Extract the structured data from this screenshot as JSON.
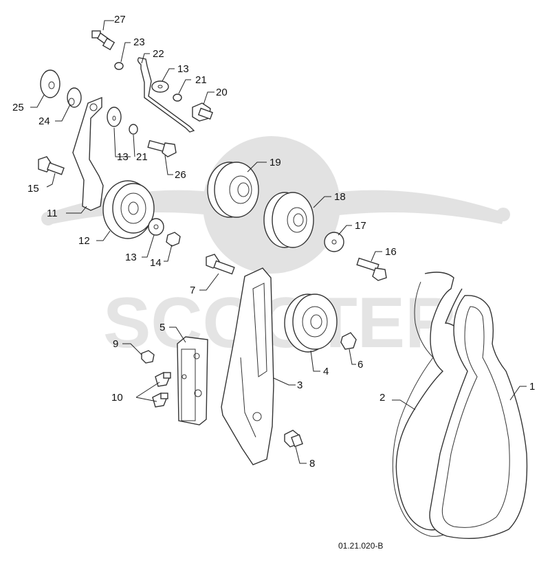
{
  "watermark": {
    "text": "SCOOTER",
    "color": "#e2e2e2"
  },
  "callouts": {
    "c1": "1",
    "c2": "2",
    "c3": "3",
    "c4": "4",
    "c5": "5",
    "c6": "6",
    "c7": "7",
    "c8": "8",
    "c9": "9",
    "c10": "10",
    "c11": "11",
    "c12": "12",
    "c13a": "13",
    "c13b": "13",
    "c13c": "13",
    "c14": "14",
    "c15": "15",
    "c16": "16",
    "c17": "17",
    "c18": "18",
    "c19": "19",
    "c20": "20",
    "c21a": "21",
    "c21b": "21",
    "c22": "22",
    "c23": "23",
    "c24": "24",
    "c25": "25",
    "c26": "26",
    "c27": "27"
  },
  "doc_ref": "01.21.020-B"
}
